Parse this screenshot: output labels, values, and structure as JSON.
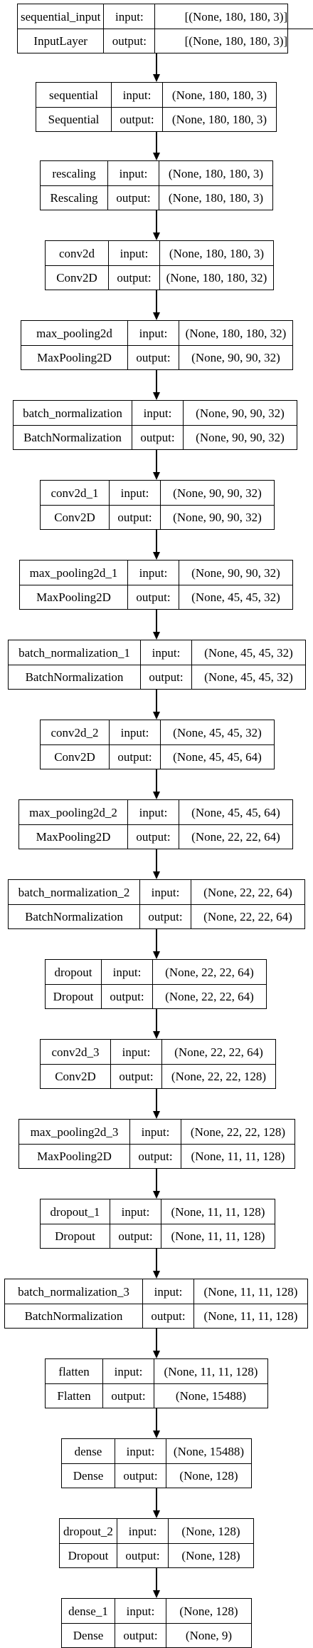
{
  "diagram": {
    "title": "",
    "io_labels": {
      "input": "input:",
      "output": "output:"
    },
    "layers": [
      {
        "name": "sequential_input",
        "type": "InputLayer",
        "input": "[(None, 180, 180, 3)]",
        "output": "[(None, 180, 180, 3)]"
      },
      {
        "name": "sequential",
        "type": "Sequential",
        "input": "(None, 180, 180, 3)",
        "output": "(None, 180, 180, 3)"
      },
      {
        "name": "rescaling",
        "type": "Rescaling",
        "input": "(None, 180, 180, 3)",
        "output": "(None, 180, 180, 3)"
      },
      {
        "name": "conv2d",
        "type": "Conv2D",
        "input": "(None, 180, 180, 3)",
        "output": "(None, 180, 180, 32)"
      },
      {
        "name": "max_pooling2d",
        "type": "MaxPooling2D",
        "input": "(None, 180, 180, 32)",
        "output": "(None, 90, 90, 32)"
      },
      {
        "name": "batch_normalization",
        "type": "BatchNormalization",
        "input": "(None, 90, 90, 32)",
        "output": "(None, 90, 90, 32)"
      },
      {
        "name": "conv2d_1",
        "type": "Conv2D",
        "input": "(None, 90, 90, 32)",
        "output": "(None, 90, 90, 32)"
      },
      {
        "name": "max_pooling2d_1",
        "type": "MaxPooling2D",
        "input": "(None, 90, 90, 32)",
        "output": "(None, 45, 45, 32)"
      },
      {
        "name": "batch_normalization_1",
        "type": "BatchNormalization",
        "input": "(None, 45, 45, 32)",
        "output": "(None, 45, 45, 32)"
      },
      {
        "name": "conv2d_2",
        "type": "Conv2D",
        "input": "(None, 45, 45, 32)",
        "output": "(None, 45, 45, 64)"
      },
      {
        "name": "max_pooling2d_2",
        "type": "MaxPooling2D",
        "input": "(None, 45, 45, 64)",
        "output": "(None, 22, 22, 64)"
      },
      {
        "name": "batch_normalization_2",
        "type": "BatchNormalization",
        "input": "(None, 22, 22, 64)",
        "output": "(None, 22, 22, 64)"
      },
      {
        "name": "dropout",
        "type": "Dropout",
        "input": "(None, 22, 22, 64)",
        "output": "(None, 22, 22, 64)"
      },
      {
        "name": "conv2d_3",
        "type": "Conv2D",
        "input": "(None, 22, 22, 64)",
        "output": "(None, 22, 22, 128)"
      },
      {
        "name": "max_pooling2d_3",
        "type": "MaxPooling2D",
        "input": "(None, 22, 22, 128)",
        "output": "(None, 11, 11, 128)"
      },
      {
        "name": "dropout_1",
        "type": "Dropout",
        "input": "(None, 11, 11, 128)",
        "output": "(None, 11, 11, 128)"
      },
      {
        "name": "batch_normalization_3",
        "type": "BatchNormalization",
        "input": "(None, 11, 11, 128)",
        "output": "(None, 11, 11, 128)"
      },
      {
        "name": "flatten",
        "type": "Flatten",
        "input": "(None, 11, 11, 128)",
        "output": "(None, 15488)"
      },
      {
        "name": "dense",
        "type": "Dense",
        "input": "(None, 15488)",
        "output": "(None, 128)"
      },
      {
        "name": "dropout_2",
        "type": "Dropout",
        "input": "(None, 128)",
        "output": "(None, 128)"
      },
      {
        "name": "dense_1",
        "type": "Dense",
        "input": "(None, 128)",
        "output": "(None, 9)"
      }
    ]
  }
}
